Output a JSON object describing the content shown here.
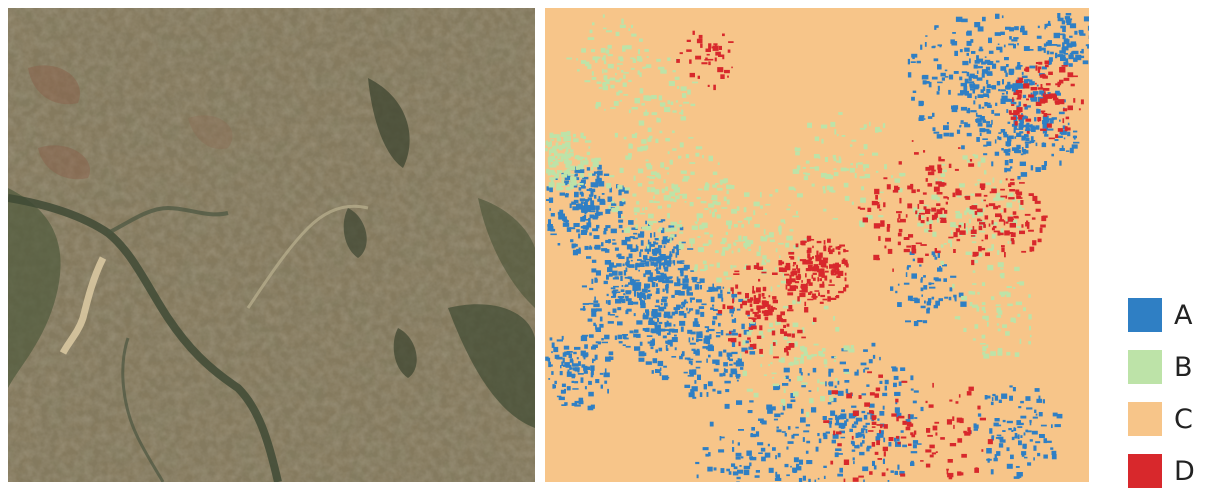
{
  "panels": {
    "satellite": {
      "icon": "satellite-image"
    },
    "classified": {
      "icon": "classification-map"
    }
  },
  "legend": {
    "items": [
      {
        "label": "A",
        "color": "#2f7fc4"
      },
      {
        "label": "B",
        "color": "#bde3a8"
      },
      {
        "label": "C",
        "color": "#f7c589"
      },
      {
        "label": "D",
        "color": "#d8282c"
      }
    ]
  }
}
